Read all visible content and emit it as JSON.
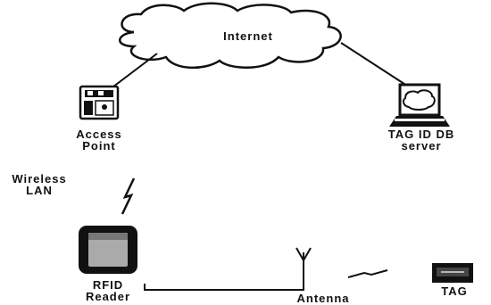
{
  "cloud": {
    "label": "Internet"
  },
  "nodes": {
    "access_point": {
      "line1": "Access",
      "line2": "Point"
    },
    "server": {
      "line1": "TAG ID DB",
      "line2": "server"
    },
    "wireless": {
      "line1": "Wireless",
      "line2": "LAN"
    },
    "reader": {
      "line1": "RFID",
      "line2": "Reader"
    },
    "antenna": {
      "label": "Antenna"
    },
    "tag": {
      "label": "TAG"
    }
  },
  "colors": {
    "ink": "#111111",
    "paper": "#ffffff"
  }
}
